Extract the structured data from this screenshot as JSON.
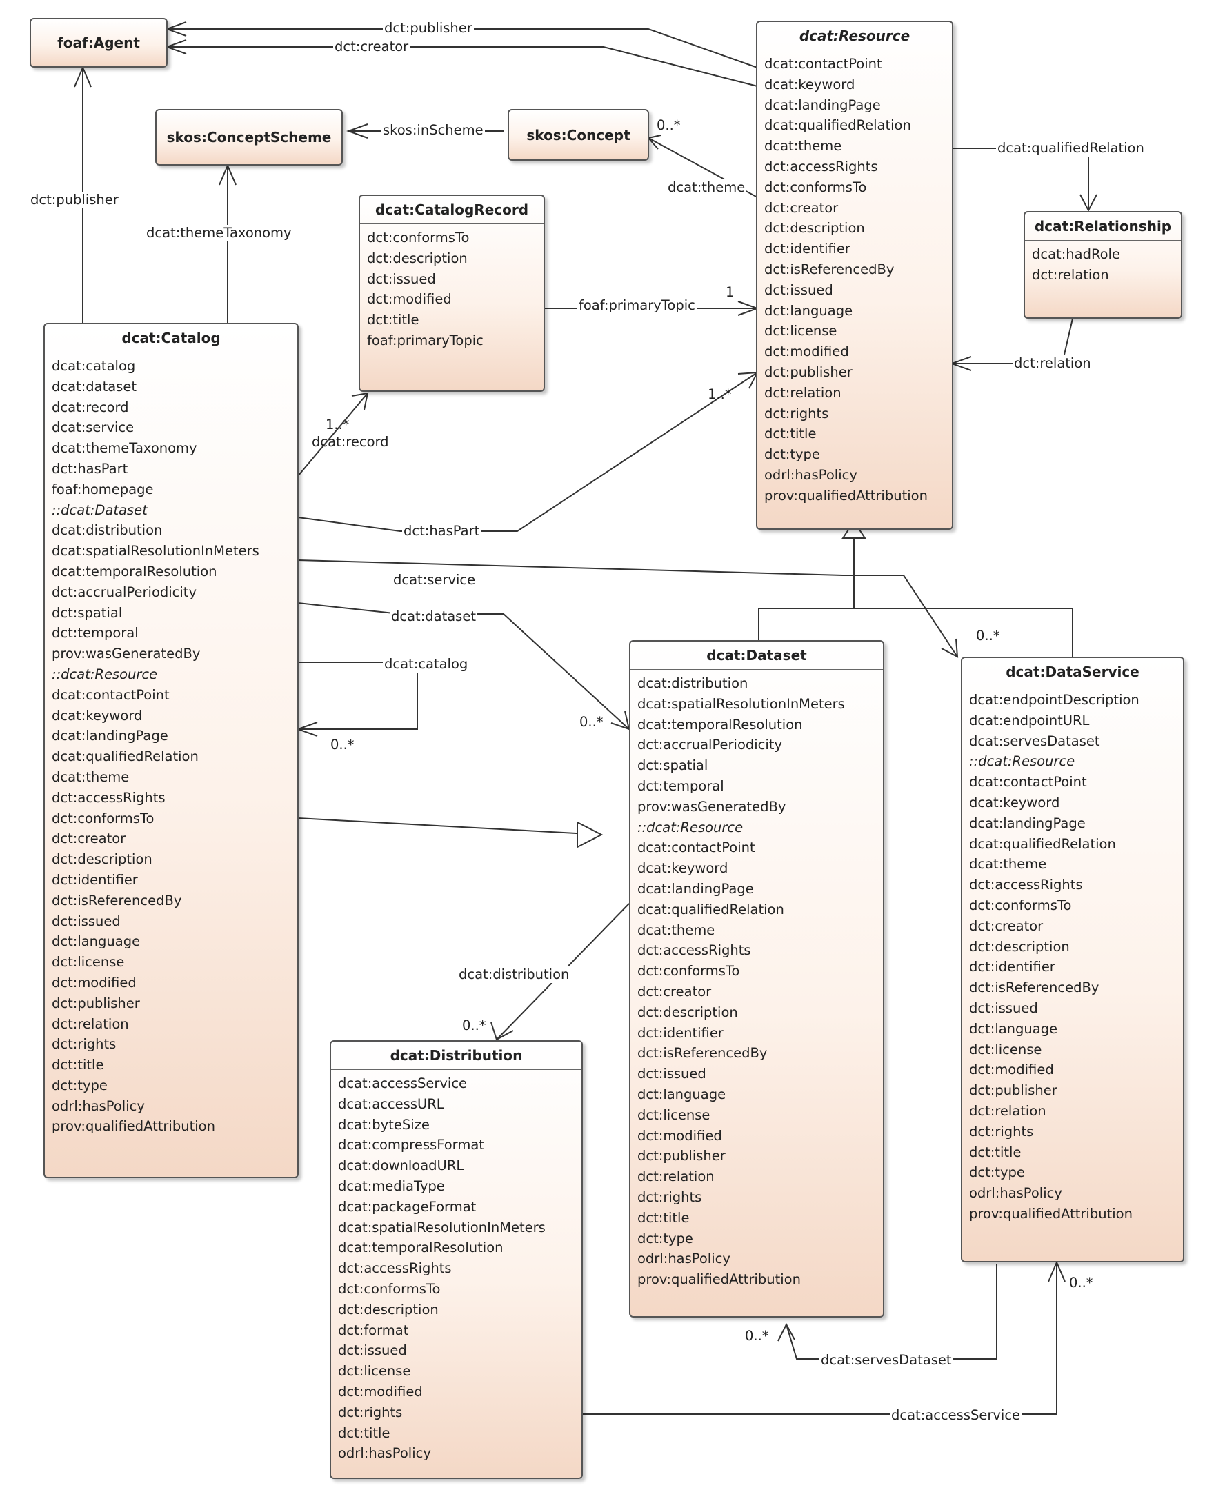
{
  "classes": {
    "agent": {
      "name": "foaf:Agent",
      "attributes": []
    },
    "concept_scheme": {
      "name": "skos:ConceptScheme",
      "attributes": []
    },
    "concept": {
      "name": "skos:Concept",
      "attributes": []
    },
    "catalog_record": {
      "name": "dcat:CatalogRecord",
      "attributes": [
        "dct:conformsTo",
        "dct:description",
        "dct:issued",
        "dct:modified",
        "dct:title",
        "foaf:primaryTopic"
      ]
    },
    "resource": {
      "name": "dcat:Resource",
      "attributes": [
        "dcat:contactPoint",
        "dcat:keyword",
        "dcat:landingPage",
        "dcat:qualifiedRelation",
        "dcat:theme",
        "dct:accessRights",
        "dct:conformsTo",
        "dct:creator",
        "dct:description",
        "dct:identifier",
        "dct:isReferencedBy",
        "dct:issued",
        "dct:language",
        "dct:license",
        "dct:modified",
        "dct:publisher",
        "dct:relation",
        "dct:rights",
        "dct:title",
        "dct:type",
        "odrl:hasPolicy",
        "prov:qualifiedAttribution"
      ]
    },
    "relationship": {
      "name": "dcat:Relationship",
      "attributes": [
        "dcat:hadRole",
        "dct:relation"
      ]
    },
    "catalog": {
      "name": "dcat:Catalog",
      "attributes": [
        "dcat:catalog",
        "dcat:dataset",
        "dcat:record",
        "dcat:service",
        "dcat:themeTaxonomy",
        "dct:hasPart",
        "foaf:homepage",
        "::dcat:Dataset",
        "dcat:distribution",
        "dcat:spatialResolutionInMeters",
        "dcat:temporalResolution",
        "dct:accrualPeriodicity",
        "dct:spatial",
        "dct:temporal",
        "prov:wasGeneratedBy",
        "::dcat:Resource",
        "dcat:contactPoint",
        "dcat:keyword",
        "dcat:landingPage",
        "dcat:qualifiedRelation",
        "dcat:theme",
        "dct:accessRights",
        "dct:conformsTo",
        "dct:creator",
        "dct:description",
        "dct:identifier",
        "dct:isReferencedBy",
        "dct:issued",
        "dct:language",
        "dct:license",
        "dct:modified",
        "dct:publisher",
        "dct:relation",
        "dct:rights",
        "dct:title",
        "dct:type",
        "odrl:hasPolicy",
        "prov:qualifiedAttribution"
      ]
    },
    "dataset": {
      "name": "dcat:Dataset",
      "attributes": [
        "dcat:distribution",
        "dcat:spatialResolutionInMeters",
        "dcat:temporalResolution",
        "dct:accrualPeriodicity",
        "dct:spatial",
        "dct:temporal",
        "prov:wasGeneratedBy",
        "::dcat:Resource",
        "dcat:contactPoint",
        "dcat:keyword",
        "dcat:landingPage",
        "dcat:qualifiedRelation",
        "dcat:theme",
        "dct:accessRights",
        "dct:conformsTo",
        "dct:creator",
        "dct:description",
        "dct:identifier",
        "dct:isReferencedBy",
        "dct:issued",
        "dct:language",
        "dct:license",
        "dct:modified",
        "dct:publisher",
        "dct:relation",
        "dct:rights",
        "dct:title",
        "dct:type",
        "odrl:hasPolicy",
        "prov:qualifiedAttribution"
      ]
    },
    "data_service": {
      "name": "dcat:DataService",
      "attributes": [
        "dcat:endpointDescription",
        "dcat:endpointURL",
        "dcat:servesDataset",
        "::dcat:Resource",
        "dcat:contactPoint",
        "dcat:keyword",
        "dcat:landingPage",
        "dcat:qualifiedRelation",
        "dcat:theme",
        "dct:accessRights",
        "dct:conformsTo",
        "dct:creator",
        "dct:description",
        "dct:identifier",
        "dct:isReferencedBy",
        "dct:issued",
        "dct:language",
        "dct:license",
        "dct:modified",
        "dct:publisher",
        "dct:relation",
        "dct:rights",
        "dct:title",
        "dct:type",
        "odrl:hasPolicy",
        "prov:qualifiedAttribution"
      ]
    },
    "distribution": {
      "name": "dcat:Distribution",
      "attributes": [
        "dcat:accessService",
        "dcat:accessURL",
        "dcat:byteSize",
        "dcat:compressFormat",
        "dcat:downloadURL",
        "dcat:mediaType",
        "dcat:packageFormat",
        "dcat:spatialResolutionInMeters",
        "dcat:temporalResolution",
        "dct:accessRights",
        "dct:conformsTo",
        "dct:description",
        "dct:format",
        "dct:issued",
        "dct:license",
        "dct:modified",
        "dct:rights",
        "dct:title",
        "odrl:hasPolicy"
      ]
    }
  },
  "edge_labels": {
    "publisher_top": "dct:publisher",
    "creator_top": "dct:creator",
    "publisher_catalog": "dct:publisher",
    "theme_taxonomy": "dcat:themeTaxonomy",
    "in_scheme": "skos:inScheme",
    "theme": "dcat:theme",
    "qualified_relation": "dcat:qualifiedRelation",
    "relation": "dct:relation",
    "primary_topic": "foaf:primaryTopic",
    "record": "dcat:record",
    "has_part": "dct:hasPart",
    "service": "dcat:service",
    "dataset": "dcat:dataset",
    "catalog": "dcat:catalog",
    "distribution": "dcat:distribution",
    "serves_dataset": "dcat:servesDataset",
    "access_service": "dcat:accessService"
  },
  "multiplicities": {
    "concept": "0..*",
    "primary_topic": "1",
    "has_part": "1..*",
    "record": "1..*",
    "catalog": "0..*",
    "dataset": "0..*",
    "service": "0..*",
    "distribution": "0..*",
    "serves_dataset": "0..*",
    "access_service": "0..*"
  }
}
